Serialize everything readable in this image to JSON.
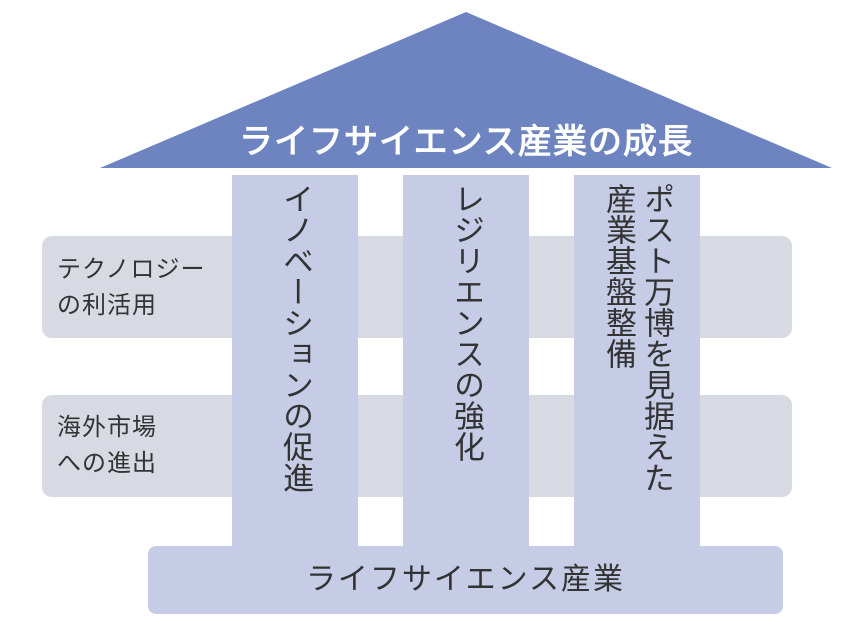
{
  "roof": {
    "title": "ライフサイエンス産業の成長",
    "color": "#6e84c1"
  },
  "bands": [
    {
      "label": "テクノロジー\nの利活用"
    },
    {
      "label": "海外市場\nへの進出"
    }
  ],
  "pillars": [
    {
      "text": "イノベーションの促進"
    },
    {
      "text": "レジリエンスの強化"
    },
    {
      "text": "ポスト万博を見据えた\n産業基盤整備"
    }
  ],
  "base": {
    "label": "ライフサイエンス産業"
  },
  "colors": {
    "pillar": "#c6cbe6",
    "band": "#d7dae3",
    "text": "#333333"
  }
}
